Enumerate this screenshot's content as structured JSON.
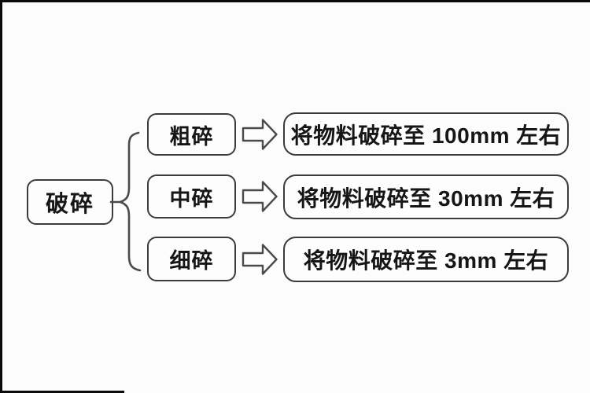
{
  "diagram": {
    "title_hint": "crushing-stages-flowchart",
    "root": {
      "label": "破碎"
    },
    "branches": [
      {
        "label": "粗碎",
        "result": "将物料破碎至 100mm 左右"
      },
      {
        "label": "中碎",
        "result": "将物料破碎至 30mm 左右"
      },
      {
        "label": "细碎",
        "result": "将物料破碎至 3mm 左右"
      }
    ],
    "colors": {
      "background": "#fcfcfc",
      "box_fill": "#fdfdfd",
      "box_border": "#3b3b3b",
      "text": "#161616",
      "connector": "#4a4a4a",
      "frame_edge": "#0a0a0a"
    }
  }
}
